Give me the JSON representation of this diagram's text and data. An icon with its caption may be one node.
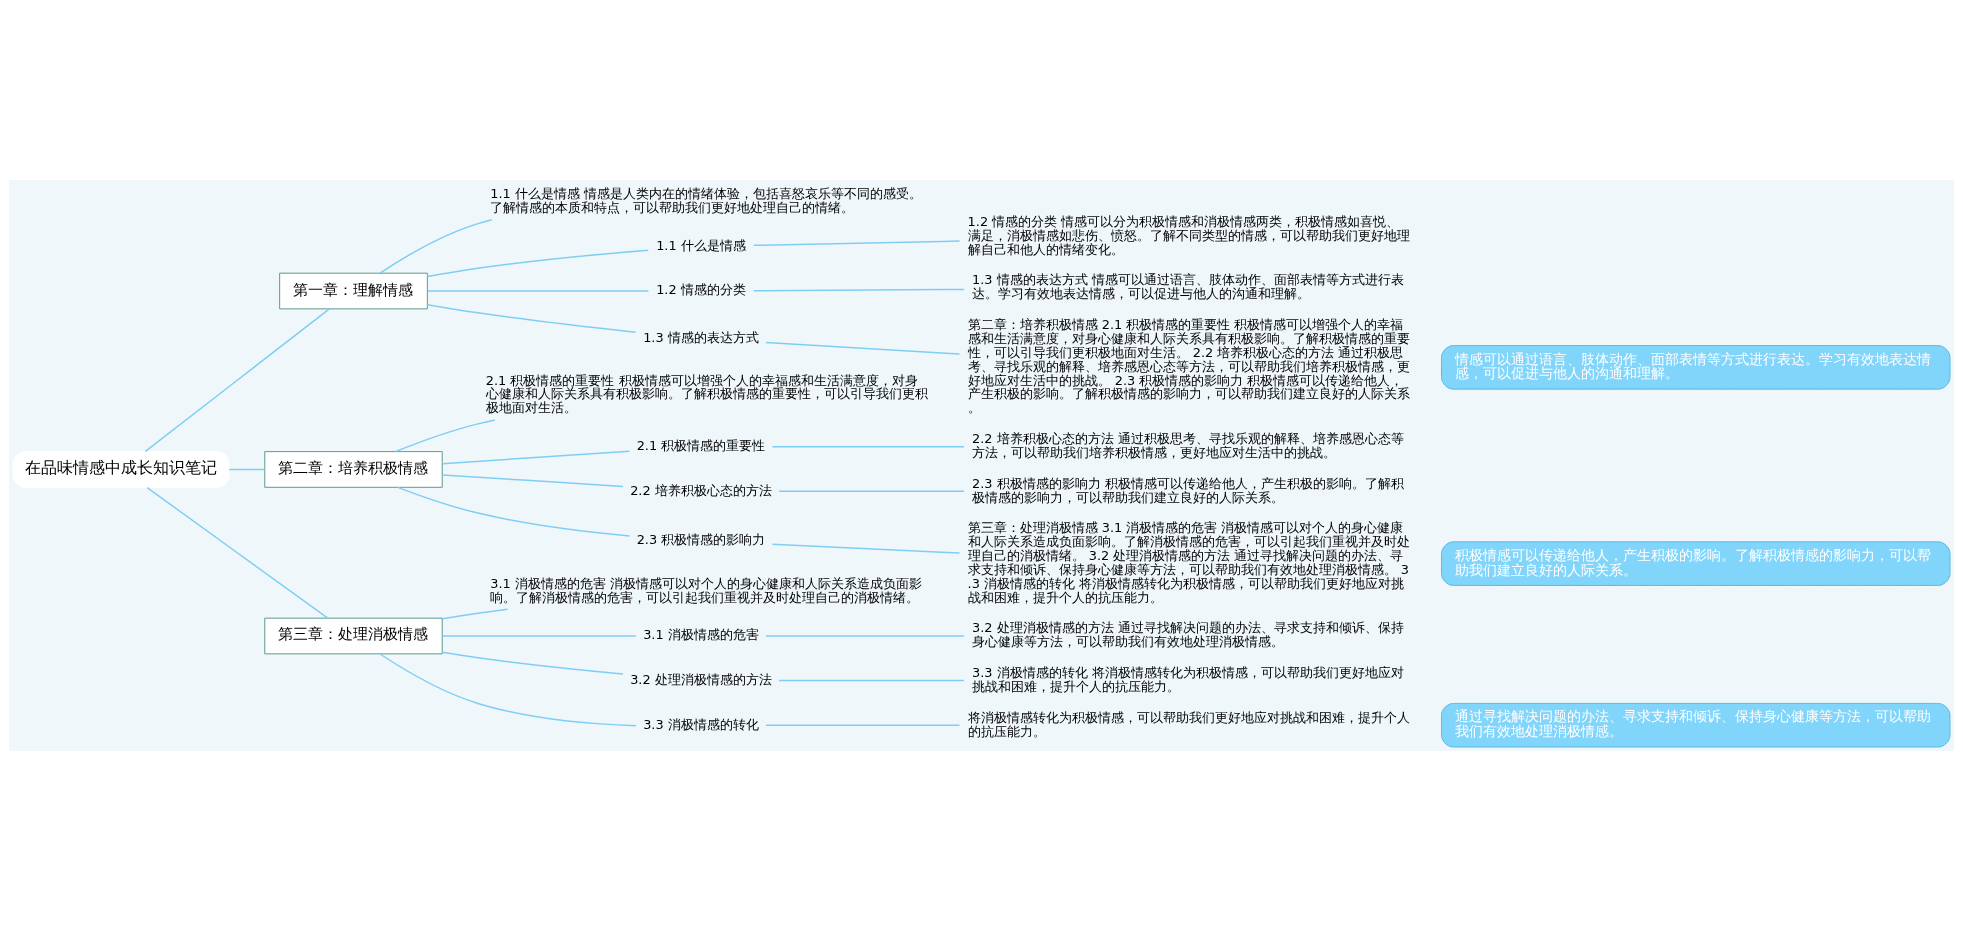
{
  "diagram": {
    "nodes": [
      {
        "text": [
          "在品味情感中成长知识笔记"
        ]
      },
      {
        "text": [
          "第一章：理解情感"
        ]
      },
      {
        "text": [
          "1.1 什么是情感 情感是人类内在的情绪体验，包括喜怒哀乐等不同的感受。了解情感的本质和特点，可以帮助我们更好地处理自己的情绪。"
        ]
      },
      {
        "text": [
          "1.1 什么是情感"
        ]
      },
      {
        "text": [
          "1.2 情感的分类 情感可以分为积极情感和消极情感两类，积极情感如喜悦、满足，消极情感如悲伤、愤怒。了解不同类型的情感，可以帮助我们更好地理解自己和他人的情绪变化。"
        ]
      },
      {
        "text": [
          "1.2 情感的分类"
        ]
      },
      {
        "text": [
          "1.3 情感的表达方式 情感可以通过语言、肢体动作、面部表情等方式进行表达。学习有效地表达情感，可以促进与他人的沟通和理解。"
        ]
      },
      {
        "text": [
          "1.3 情感的表达方式"
        ]
      },
      {
        "text": [
          "第二章：培养积极情感 2.1 积极情感的重要性 积极情感可以增强个人的幸福感和生活满意度，对身心健康和人际关系具有积极影响。了解积极情感的重要性，可以引导我们更积极地面对生活。 2.2 培养积极心态的方法 通过积极思考、寻找乐观的解释、培养感恩心态等方法，可以帮助我们培养积极情感，更好地应对生活中的挑战。 2.3 积极情感的影响力 积极情感可以传递给他人，产生积极的影响。了解积极情感的影响力，可以帮助我们建立良好的人际关系。"
        ]
      },
      {
        "text": [
          "情感可以通过语言、肢体动作、面部表情等方式进行表达。学习有效地表达情感，可以促进与他人的沟通和理解。"
        ]
      },
      {
        "text": [
          "第二章：培养积极情感"
        ]
      },
      {
        "text": [
          "2.1 积极情感的重要性 积极情感可以增强个人的幸福感和生活满意度，对身心健康和人际关系具有积极影响。了解积极情感的重要性，可以引导我们更积极地面对生活。"
        ]
      },
      {
        "text": [
          "2.1 积极情感的重要性"
        ]
      },
      {
        "text": [
          "2.2 培养积极心态的方法 通过积极思考、寻找乐观的解释、培养感恩心态等方法，可以帮助我们培养积极情感，更好地应对生活中的挑战。"
        ]
      },
      {
        "text": [
          "2.2 培养积极心态的方法"
        ]
      },
      {
        "text": [
          "2.3 积极情感的影响力 积极情感可以传递给他人，产生积极的影响。了解积极情感的影响力，可以帮助我们建立良好的人际关系。"
        ]
      },
      {
        "text": [
          "2.3 积极情感的影响力"
        ]
      },
      {
        "text": [
          "第三章：处理消极情感 3.1 消极情感的危害 消极情感可以对个人的身心健康和人际关系造成负面影响。了解消极情感的危害，可以引起我们重视并及时处理自己的消极情绪。 3.2 处理消极情感的方法 通过寻找解决问题的办法、寻求支持和倾诉、保持身心健康等方法，可以帮助我们有效地处理消极情感。 3.3 消极情感的转化 将消极情感转化为积极情感，可以帮助我们更好地应对挑战和困难，提升个人的抗压能力。"
        ]
      },
      {
        "text": [
          "积极情感可以传递给他人，产生积极的影响。了解积极情感的影响力，可以帮助我们建立良好的人际关系。"
        ]
      },
      {
        "text": [
          "第三章：处理消极情感"
        ]
      },
      {
        "text": [
          "3.1 消极情感的危害 消极情感可以对个人的身心健康和人际关系造成负面影响。了解消极情感的危害，可以引起我们重视并及时处理自己的消极情绪。"
        ]
      },
      {
        "text": [
          "3.1 消极情感的危害"
        ]
      },
      {
        "text": [
          "3.2 处理消极情感的方法 通过寻找解决问题的办法、寻求支持和倾诉、保持身心健康等方法，可以帮助我们有效地处理消极情感。"
        ]
      },
      {
        "text": [
          "3.2 处理消极情感的方法"
        ]
      },
      {
        "text": [
          "3.3 消极情感的转化 将消极情感转化为积极情感，可以帮助我们更好地应对挑战和困难，提升个人的抗压能力。"
        ]
      },
      {
        "text": [
          "3.3 消极情感的转化"
        ]
      },
      {
        "text": [
          "将消极情感转化为积极情感，可以帮助我们更好地应对挑战和困难，提升个人的抗压能力。"
        ]
      },
      {
        "text": [
          "通过寻找解决问题的办法、寻求支持和倾诉、保持身心健康等方法，可以帮助我们有效地处理消极情感。"
        ]
      }
    ],
    "edges": [
      {
        "from": 0,
        "to": 1,
        "arrow": "none"
      },
      {
        "from": 1,
        "to": 2,
        "arrow": "none"
      },
      {
        "from": 1,
        "to": 3,
        "arrow": "none"
      },
      {
        "from": 3,
        "to": 4,
        "arrow": "none"
      },
      {
        "from": 1,
        "to": 5,
        "arrow": "none"
      },
      {
        "from": 5,
        "to": 6,
        "arrow": "none"
      },
      {
        "from": 1,
        "to": 7,
        "arrow": "none"
      },
      {
        "from": 7,
        "to": 8,
        "arrow": "none"
      },
      {
        "from": 0,
        "to": 10,
        "arrow": "none"
      },
      {
        "from": 10,
        "to": 11,
        "arrow": "none"
      },
      {
        "from": 10,
        "to": 12,
        "arrow": "none"
      },
      {
        "from": 12,
        "to": 13,
        "arrow": "none"
      },
      {
        "from": 10,
        "to": 14,
        "arrow": "none"
      },
      {
        "from": 14,
        "to": 15,
        "arrow": "none"
      },
      {
        "from": 10,
        "to": 16,
        "arrow": "none"
      },
      {
        "from": 16,
        "to": 17,
        "arrow": "none"
      },
      {
        "from": 0,
        "to": 19,
        "arrow": "none"
      },
      {
        "from": 19,
        "to": 20,
        "arrow": "none"
      },
      {
        "from": 19,
        "to": 21,
        "arrow": "none"
      },
      {
        "from": 21,
        "to": 22,
        "arrow": "none"
      },
      {
        "from": 19,
        "to": 23,
        "arrow": "none"
      },
      {
        "from": 23,
        "to": 24,
        "arrow": "none"
      },
      {
        "from": 19,
        "to": 25,
        "arrow": "none"
      },
      {
        "from": 25,
        "to": 26,
        "arrow": "none"
      }
    ]
  }
}
